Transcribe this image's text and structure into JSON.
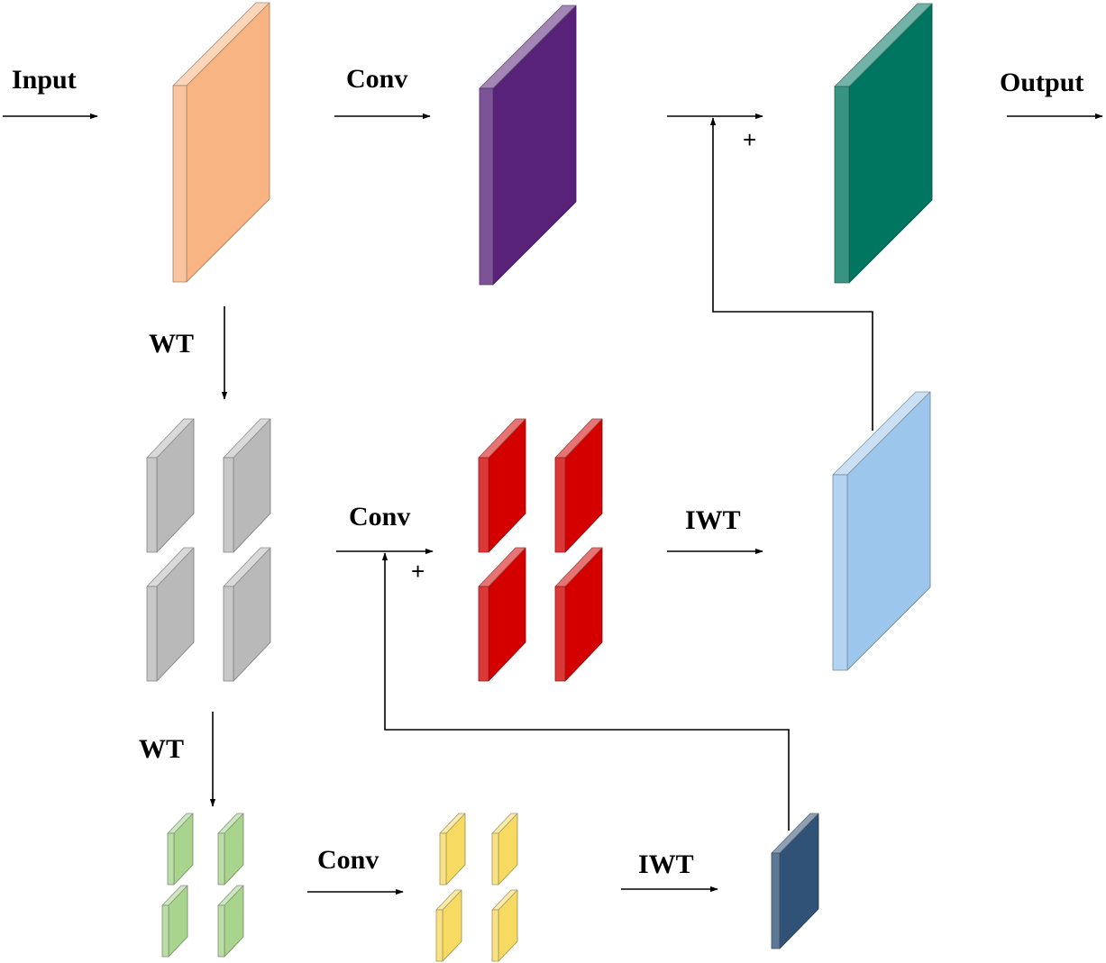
{
  "labels": {
    "input": "Input",
    "conv_top": "Conv",
    "output": "Output",
    "wt_1": "WT",
    "conv_mid": "Conv",
    "iwt_mid": "IWT",
    "wt_2": "WT",
    "conv_bot": "Conv",
    "iwt_bot": "IWT",
    "plus_top": "+",
    "plus_mid": "+"
  },
  "colors": {
    "input_block": "#f9b483",
    "conv_output_block": "#58227a",
    "sum_output_block": "#007560",
    "wt_level1_blocks": "#b9b9b9",
    "conv_level1_blocks": "#d40000",
    "iwt_level1_block": "#9dc6ec",
    "wt_level2_blocks": "#a8d48e",
    "conv_level2_blocks": "#f7da62",
    "iwt_level2_block": "#2f5276"
  }
}
